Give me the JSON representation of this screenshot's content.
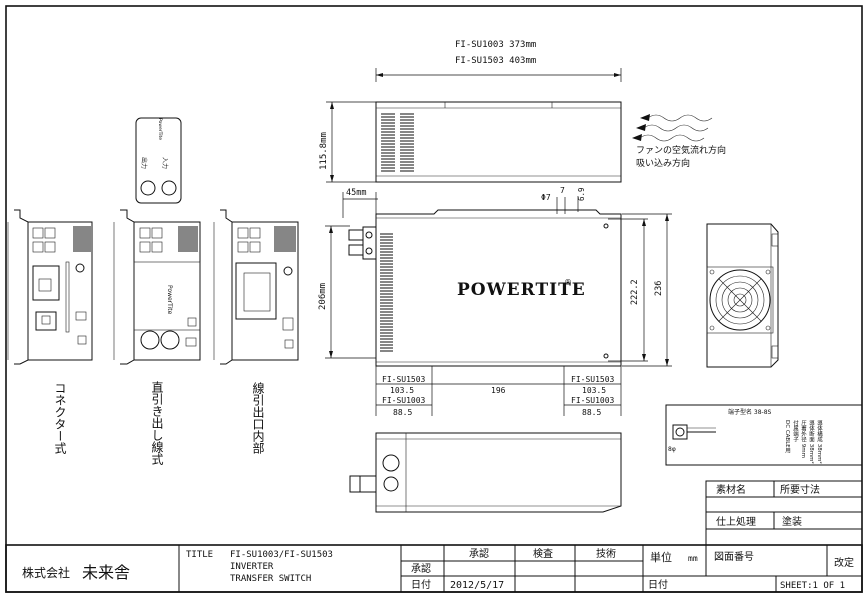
{
  "dims": {
    "length_line1": "FI-SU1003  373mm",
    "length_line2": "FI-SU1503  403mm",
    "height": "115.8mm",
    "depth": "45mm",
    "width": "206mm",
    "phi": "Φ7",
    "seven": "7",
    "six_nine": "6.9",
    "h222": "222.2",
    "h236": "236",
    "su1503_left": "FI-SU1503",
    "v103_left": "103.5",
    "su1003_left": "FI-SU1003",
    "v88_left": "88.5",
    "v196": "196",
    "su1503_right": "FI-SU1503",
    "v103_right": "103.5",
    "su1003_right": "FI-SU1003",
    "v88_right": "88.5"
  },
  "airflow_label_1": "ファンの空気流れ方向",
  "airflow_label_2": "吸い込み方向",
  "brand": "POWERTITE",
  "brand_mark": "®",
  "small_brand": "PowerTite",
  "remote": {
    "left_label": "出力",
    "right_label": "入力"
  },
  "variants": {
    "connector": "コネクター式",
    "direct": "直引き出し線式",
    "internal": "線引出口内部"
  },
  "cable_note": {
    "line1": "端子型名 38-8S",
    "line2": "DC CABLE用",
    "line3": "付属端子",
    "line4": "圧着外径 9mm",
    "line5": "導体断面 38mm²",
    "line6": "導体構成 38mm²",
    "ring": "8φ"
  },
  "spec_block": {
    "material_label": "素材名",
    "dimension_label": "所要寸法",
    "finish_label": "仕上処理",
    "paint_label": "塗装"
  },
  "title_block": {
    "company_prefix": "株式会社",
    "company_name": "未来舎",
    "title_label": "TITLE",
    "title_line1": "FI-SU1003/FI-SU1503",
    "title_line2": "INVERTER",
    "title_line3": "TRANSFER SWITCH",
    "approve_header": "承認",
    "inspect_header": "検査",
    "tech_header": "技術",
    "approval_label": "承認",
    "date_label": "日付",
    "date_value": "2012/5/17",
    "unit_label": "単位",
    "unit_value": "mm",
    "drawing_no_label": "図面番号",
    "revision_label": "改定",
    "date_label_2": "日付",
    "sheet": "SHEET:1 OF 1"
  },
  "colors": {
    "line": "#111111",
    "brand": "#1a3a8c",
    "paper": "#ffffff"
  }
}
